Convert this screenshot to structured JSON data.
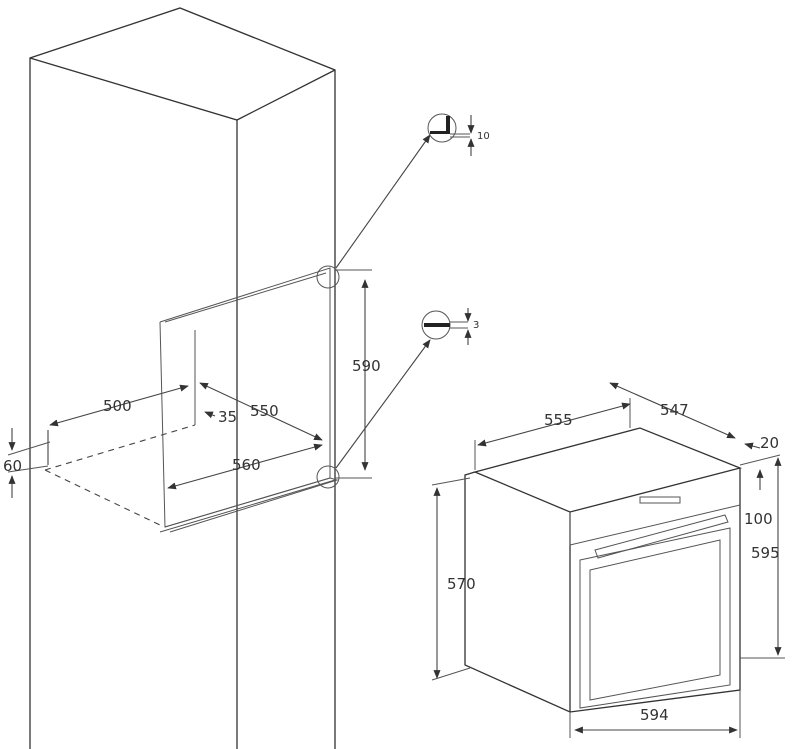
{
  "niche_dimensions": {
    "depth_500": "500",
    "gap_35": "35",
    "width_550": "550",
    "width_560": "560",
    "height_590": "590",
    "vent_60": "60"
  },
  "detail_callouts": {
    "top_gap": "10",
    "bottom_gap": "3"
  },
  "oven_dimensions": {
    "depth_555": "555",
    "depth_547": "547",
    "front_20": "20",
    "panel_100": "100",
    "height_570": "570",
    "height_595": "595",
    "width_594": "594"
  },
  "colors": {
    "line": "#333333",
    "background": "#ffffff"
  }
}
